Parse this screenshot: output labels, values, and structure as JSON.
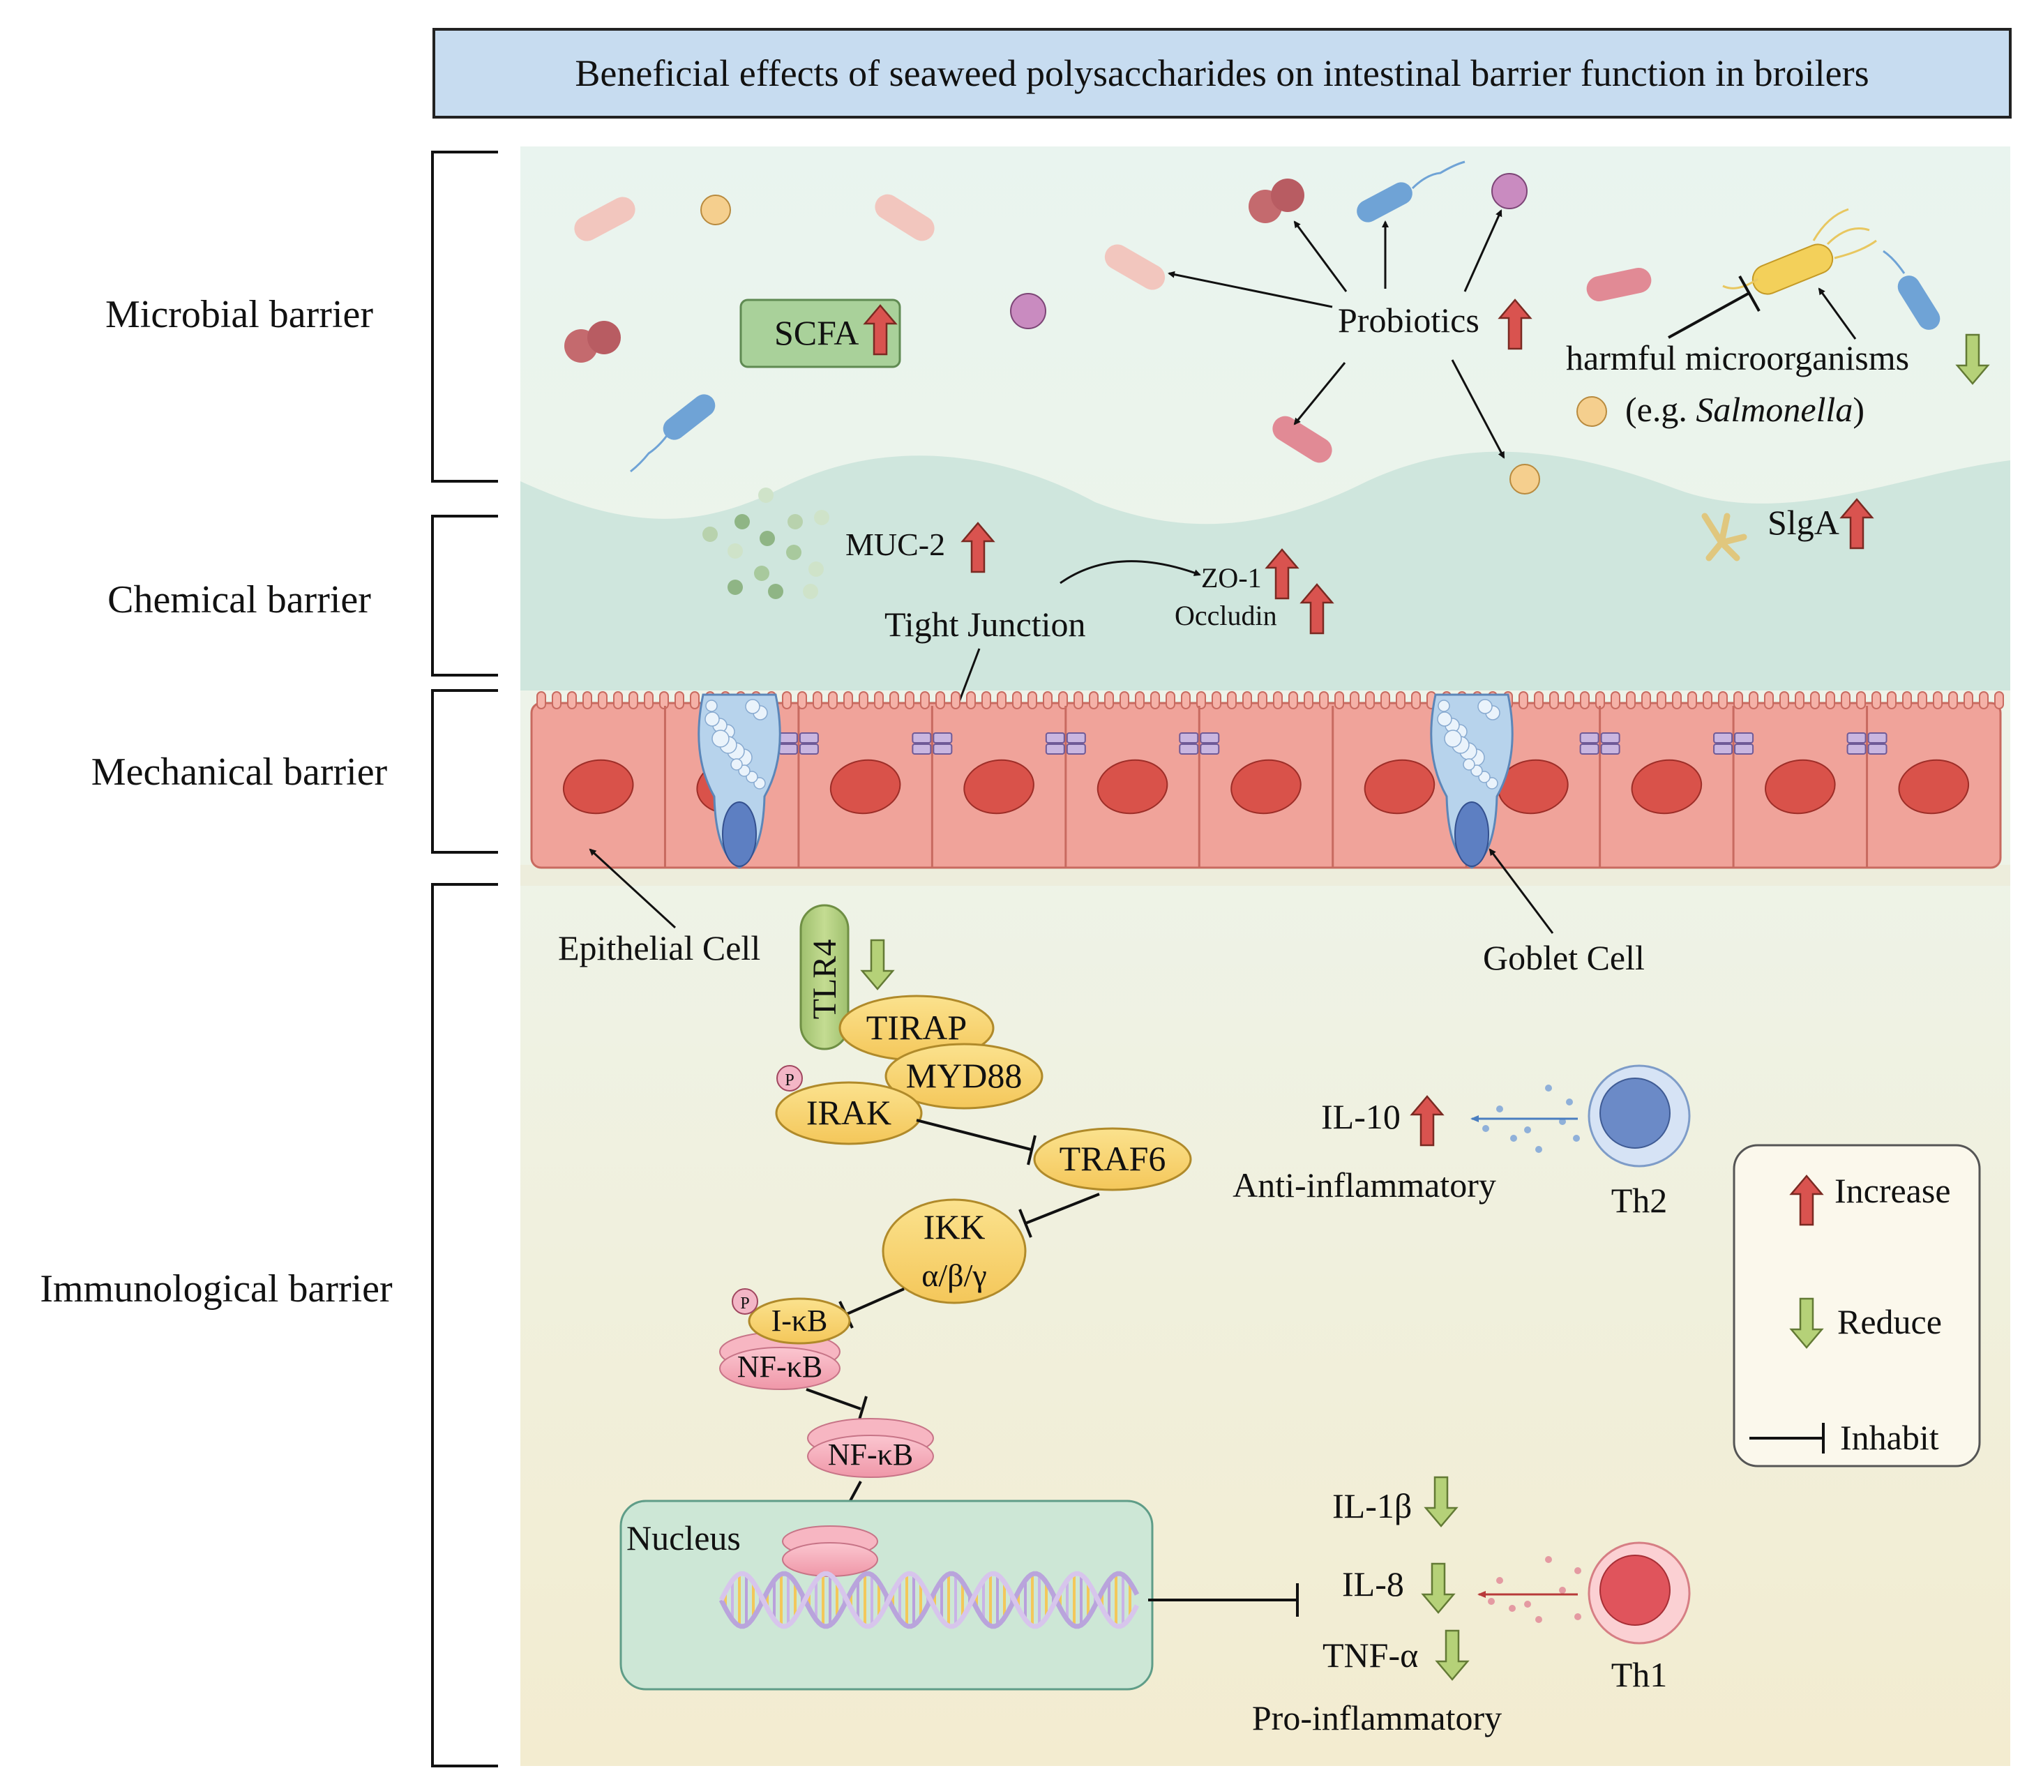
{
  "title": "Beneficial effects of seaweed polysaccharides on intestinal barrier function in broilers",
  "barriers": {
    "microbial": "Microbial barrier",
    "chemical": "Chemical barrier",
    "mechanical": "Mechanical barrier",
    "immunological": "Immunological barrier"
  },
  "microbial": {
    "scfa": "SCFA",
    "probiotics": "Probiotics",
    "harmful": "harmful microorganisms",
    "example_prefix": "(e.g. ",
    "example_species": "Salmonella",
    "example_suffix": ")"
  },
  "chemical": {
    "muc2": "MUC-2",
    "tight_junction": "Tight Junction",
    "zo1": "ZO-1",
    "occludin": "Occludin",
    "siga": "SlgA"
  },
  "mechanical": {
    "epithelial_cell": "Epithelial Cell",
    "goblet_cell": "Goblet Cell"
  },
  "immune": {
    "tlr4": "TLR4",
    "tirap": "TIRAP",
    "myd88": "MYD88",
    "p": "P",
    "irak": "IRAK",
    "traf6": "TRAF6",
    "ikk": "IKK",
    "ikk_sub": "α/β/γ",
    "ikb": "I-κB",
    "nfkb": "NF-κB",
    "nfkb_free": "NF-κB",
    "nucleus": "Nucleus",
    "il10": "IL-10",
    "anti_inflammatory": "Anti-inflammatory",
    "th2": "Th2",
    "il1b": "IL-1β",
    "il8": "IL-8",
    "tnfa": "TNF-α",
    "pro_inflammatory": "Pro-inflammatory",
    "th1": "Th1"
  },
  "legend": {
    "increase": "Increase",
    "reduce": "Reduce",
    "inhabit": "Inhabit"
  },
  "colors": {
    "increase_arrow": "#d9534f",
    "reduce_arrow": "#a8c66c",
    "title_bg": "#c7dcf0",
    "epithelium": "#f0a39a",
    "nucleus_cell": "#d9524a"
  }
}
